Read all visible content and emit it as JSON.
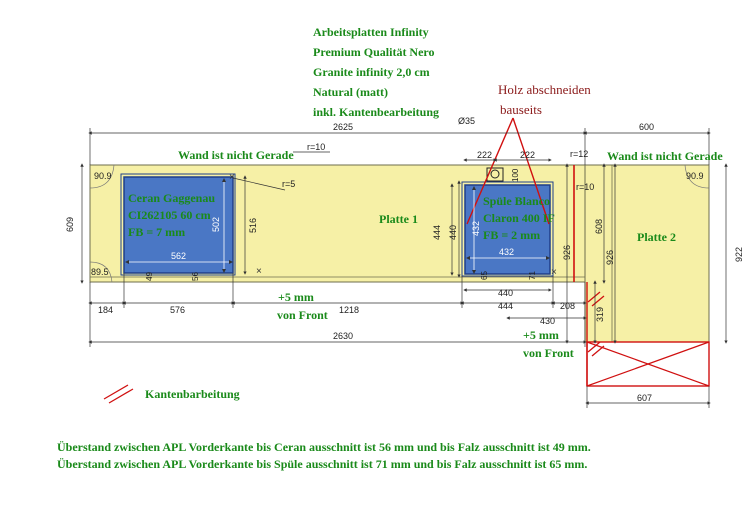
{
  "header": {
    "lines": [
      "Arbeitsplatten Infinity",
      "Premium Qualität Nero",
      "Granite infinity 2,0 cm",
      "Natural (matt)",
      "inkl. Kantenbearbeitung"
    ]
  },
  "annotations": {
    "holz_line1": "Holz abschneiden",
    "holz_line2": "bauseits",
    "wand_left": "Wand ist nicht Gerade",
    "wand_right": "Wand ist nicht Gerade",
    "plus5_left_1": "+5 mm",
    "plus5_left_2": "von Front",
    "plus5_right_1": "+5 mm",
    "plus5_right_2": "von Front",
    "legend_label": "Kantenbarbeitung",
    "footer_line1": "Überstand zwischen APL Vorderkante bis Ceran ausschnitt ist 56 mm und bis Falz ausschnitt ist 49 mm.",
    "footer_line2": "Überstand zwischen APL Vorderkante bis Spüle ausschnitt ist 71 mm und bis Falz ausschnitt ist 65 mm."
  },
  "cutouts": {
    "ceran": [
      "Ceran Gaggenau",
      "CI262105 60 cm",
      "FB = 7 mm"
    ],
    "spuele": [
      "Spüle Blanco",
      "Claron 400 IF",
      "FB = 2 mm"
    ]
  },
  "plates": {
    "plate1": "Platte 1",
    "plate2": "Platte 2"
  },
  "dims": {
    "d2625": "2625",
    "d600": "600",
    "d35": "Ø35",
    "r10_top": "r=10",
    "r12": "r=12",
    "r10_right": "r=10",
    "r5": "r=5",
    "d222a": "222",
    "d222b": "222",
    "d100": "100",
    "d90_9_left": "90.9",
    "d90_9_right": "90.9",
    "d609": "609",
    "d516": "516",
    "d502": "502",
    "d562": "562",
    "d49": "49",
    "d56": "56",
    "d89_5": "89.5",
    "d444_left": "444",
    "d440_left": "440",
    "d432_left": "432",
    "d432_bottom": "432",
    "d65": "65",
    "d71": "71",
    "d926_mid": "926",
    "d608": "608",
    "d926_right": "926",
    "d922": "922",
    "d184": "184",
    "d576": "576",
    "d1218": "1218",
    "d440_bottom": "440",
    "d444_bottom": "444",
    "d208": "208",
    "d319": "319",
    "d430": "430",
    "d2630": "2630",
    "d607": "607"
  },
  "colors": {
    "board": "#f6f0a6",
    "cutout": "#4a77c5",
    "cutout_border": "#1f3f8a",
    "red_mark": "#d01010",
    "green_text": "#1a8a1a"
  }
}
